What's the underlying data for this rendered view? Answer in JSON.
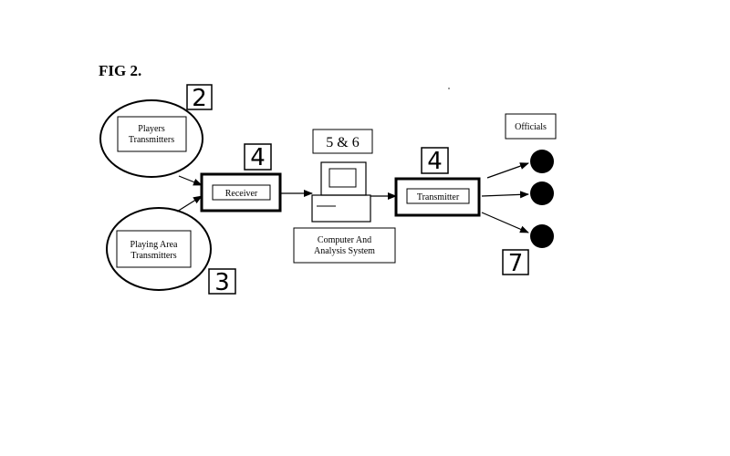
{
  "figure": {
    "title": "FIG 2."
  },
  "nodes": {
    "players": {
      "label_line1": "Players",
      "label_line2": "Transmitters",
      "ref": "2"
    },
    "playing_area": {
      "label_line1": "Playing Area",
      "label_line2": "Transmitters",
      "ref": "3"
    },
    "receiver": {
      "label": "Receiver",
      "ref": "4"
    },
    "computer": {
      "label_line1": "Computer And",
      "label_line2": "Analysis System",
      "ref": "5 & 6"
    },
    "transmitter": {
      "label": "Transmitter",
      "ref": "4"
    },
    "officials": {
      "label": "Officials",
      "ref": "7"
    }
  }
}
